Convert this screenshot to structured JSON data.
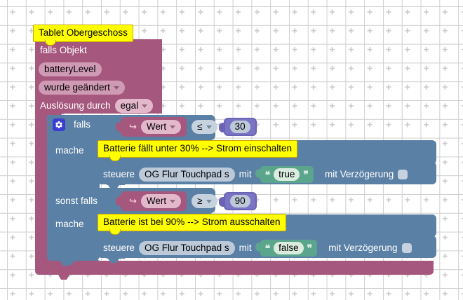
{
  "app": {
    "kind": "blockly-visual-editor",
    "canvas_background": "#ffffff",
    "grid_dot_color": "#cfcfcf"
  },
  "colors": {
    "event_block": "#a5577d",
    "control_block": "#5b80a5",
    "text_block": "#5ba58c",
    "comment": "#ffff00",
    "number_field_border": "#6b63b5"
  },
  "title_comment": {
    "text": "Tablet Obergeschoss",
    "name": "script-title-comment"
  },
  "trigger_block": {
    "label": "falls Objekt",
    "object_id": "batteryLevel",
    "change_type": "wurde geändert",
    "change_type_caret": "dropdown-caret",
    "trigger_by_label": "Auslösung durch",
    "trigger_by_value": "egal",
    "trigger_by_caret": "dropdown-caret"
  },
  "if_block": {
    "gear_icon": "gear-icon",
    "if_label": "falls",
    "do_label": "mache",
    "else_if_label": "sonst falls",
    "else_do_label": "mache"
  },
  "branches": [
    {
      "id": "branch-if",
      "condition": {
        "value_icon": "↪",
        "value_label": "Wert",
        "operator": "≤",
        "number": "30"
      },
      "comment": "Batterie fällt unter 30% --> Strom einschalten",
      "action": {
        "verb": "steuere",
        "target": "OG Flur Touchpad s",
        "with_label": "mit",
        "quote_open": "❝",
        "quote_close": "❞",
        "value": "true",
        "delay_label": "mit Verzögerung",
        "delay_checked": false
      }
    },
    {
      "id": "branch-else-if",
      "condition": {
        "value_icon": "↪",
        "value_label": "Wert",
        "operator": "≥",
        "number": "90"
      },
      "comment": "Batterie ist bei 90% --> Strom ausschalten",
      "action": {
        "verb": "steuere",
        "target": "OG Flur Touchpad s",
        "with_label": "mit",
        "quote_open": "❝",
        "quote_close": "❞",
        "value": "false",
        "delay_label": "mit Verzögerung",
        "delay_checked": false
      }
    }
  ]
}
